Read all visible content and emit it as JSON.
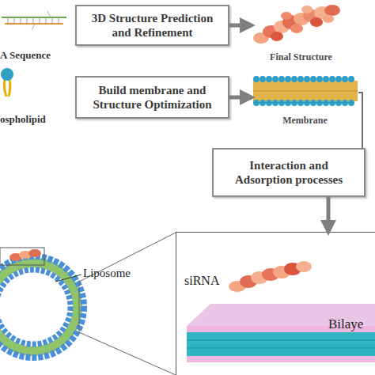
{
  "diagram": {
    "nodes": [
      {
        "text": [
          "3D Structure Prediction and Refinement"
        ]
      },
      {
        "text": [
          "Final Structure"
        ]
      },
      {
        "text": [
          "Build membrane and Structure Optimization"
        ]
      },
      {
        "text": [
          "Membrane"
        ]
      },
      {
        "text": [
          "Interaction and Adsorption processes"
        ]
      },
      {
        "text": [
          "siRNA",
          "Bilaye"
        ]
      }
    ],
    "edges": [
      {
        "from": 0,
        "to": 1,
        "arrow": "to"
      },
      {
        "from": 2,
        "to": 3,
        "arrow": "to"
      },
      {
        "from": 3,
        "to": 4,
        "arrow": "none"
      },
      {
        "from": 4,
        "to": 5,
        "arrow": "to"
      }
    ],
    "labels": [
      "A Sequence",
      "ospholipid",
      "Liposome"
    ]
  }
}
